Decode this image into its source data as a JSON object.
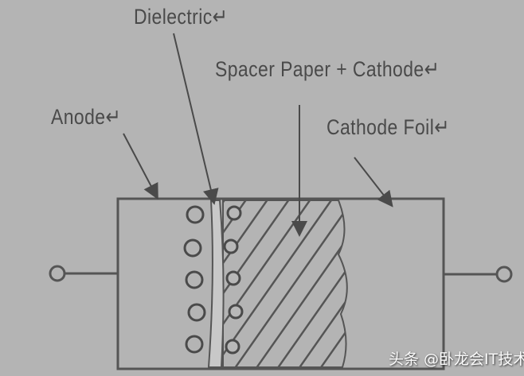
{
  "labels": {
    "dielectric": "Dielectric↵",
    "spacer": "Spacer Paper + Cathode↵",
    "anode": "Anode↵",
    "cathode_foil": "Cathode Foil↵"
  },
  "watermark": "头条 @卧龙会IT技术",
  "colors": {
    "background": "#b4b4b4",
    "ink": "#4a4a4a"
  }
}
